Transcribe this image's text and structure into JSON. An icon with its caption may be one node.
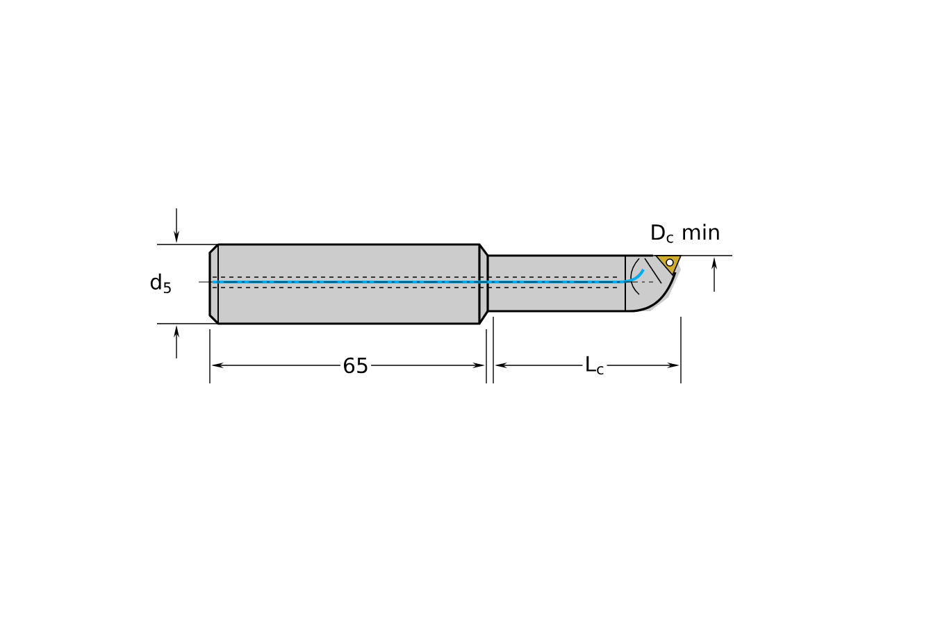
{
  "diagram": {
    "labels": [
      "D$_{c}$ min",
      "d$_{5}$",
      "65",
      "L$_{c}$"
    ]
  }
}
